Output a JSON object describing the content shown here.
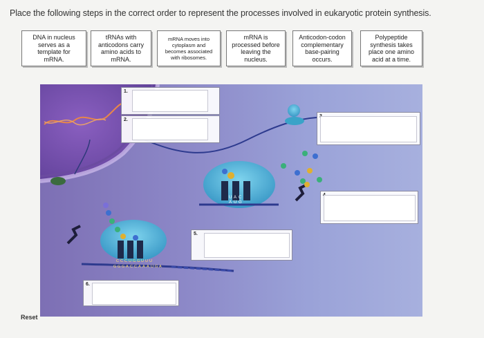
{
  "instructions": "Place the following steps in the correct order to represent the processes involved in eukaryotic protein synthesis.",
  "cards": [
    {
      "lines": [
        "DNA in nucleus",
        "serves as a",
        "template for",
        "mRNA."
      ]
    },
    {
      "lines": [
        "tRNAs with",
        "anticodons carry",
        "amino acids to",
        "mRNA."
      ]
    },
    {
      "lines": [
        "mRNA moves into",
        "cytoplasm and",
        "becomes associated",
        "with ribosomes."
      ]
    },
    {
      "lines": [
        "mRNA is",
        "processed before",
        "leaving the",
        "nucleus."
      ]
    },
    {
      "lines": [
        "Anticodon-codon",
        "complementary",
        "base-pairing",
        "occurs."
      ]
    },
    {
      "lines": [
        "Polypeptide",
        "synthesis takes",
        "place one amino",
        "acid at a time."
      ]
    }
  ],
  "drop_targets": [
    {
      "number": "1."
    },
    {
      "number": "2."
    },
    {
      "number": "3."
    },
    {
      "number": "4."
    },
    {
      "number": "5."
    },
    {
      "number": "6."
    }
  ],
  "illustration": {
    "codon_labels_upper": [
      "U",
      "A",
      "C"
    ],
    "codon_labels_lower": [
      "A",
      "U",
      "G"
    ],
    "mrna_bases_top": [
      "C",
      "C",
      "C",
      "U",
      "G",
      "G",
      "U",
      "U",
      "U"
    ],
    "mrna_bases_bottom": [
      "G",
      "G",
      "G",
      "A",
      "C",
      "C",
      "A",
      "A",
      "A",
      "U",
      "G",
      "A"
    ]
  },
  "reset_label": "Reset",
  "colors": {
    "nucleus": "#6f4fa8",
    "cytoplasm": "#9aa2d8",
    "ribosome": "#3aa3c8",
    "mrna": "#3b3b9a"
  }
}
